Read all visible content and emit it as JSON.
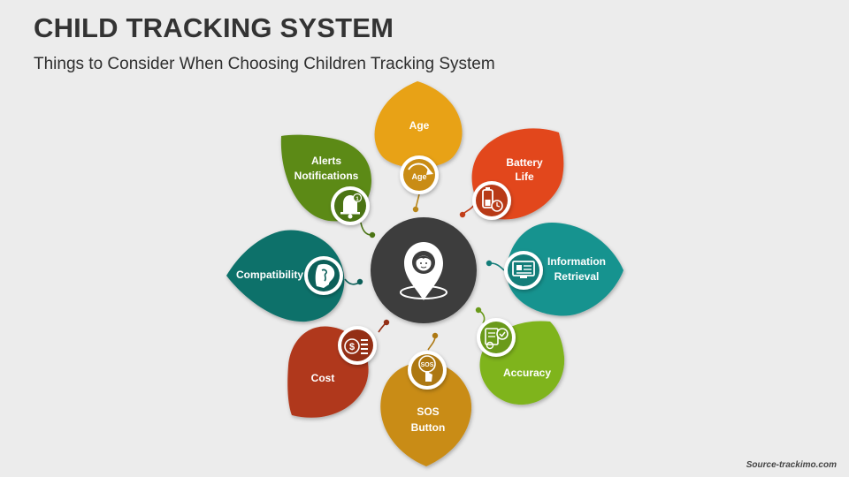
{
  "header": {
    "title": "CHILD TRACKING SYSTEM",
    "subtitle": "Things to Consider When Choosing Children Tracking System"
  },
  "hub": {
    "icon": "child-location-pin-icon",
    "color": "#3d3d3d"
  },
  "items": [
    {
      "line1": "Age",
      "line2": "",
      "icon": "age-icon",
      "icon_text": "Age",
      "color": "#e8a219"
    },
    {
      "line1": "Battery",
      "line2": "Life",
      "icon": "battery-clock-icon",
      "icon_text": "",
      "color": "#e2471b"
    },
    {
      "line1": "Information",
      "line2": "Retrieval",
      "icon": "computer-info-icon",
      "icon_text": "",
      "color": "#16938f"
    },
    {
      "line1": "Accuracy",
      "line2": "",
      "icon": "accuracy-check-icon",
      "icon_text": "",
      "color": "#7fb41f"
    },
    {
      "line1": "SOS",
      "line2": "Button",
      "icon": "sos-button-icon",
      "icon_text": "SOS",
      "color": "#c98c15"
    },
    {
      "line1": "Cost",
      "line2": "",
      "icon": "coins-dollar-icon",
      "icon_text": "$",
      "color": "#b0391a"
    },
    {
      "line1": "Compatibility",
      "line2": "",
      "icon": "puzzle-head-icon",
      "icon_text": "",
      "color": "#10716a"
    },
    {
      "line1": "Alerts",
      "line2": "Notifications",
      "icon": "alert-bell-icon",
      "icon_text": "",
      "color": "#5c8a18"
    }
  ],
  "footer": {
    "source": "Source-trackimo.com"
  }
}
